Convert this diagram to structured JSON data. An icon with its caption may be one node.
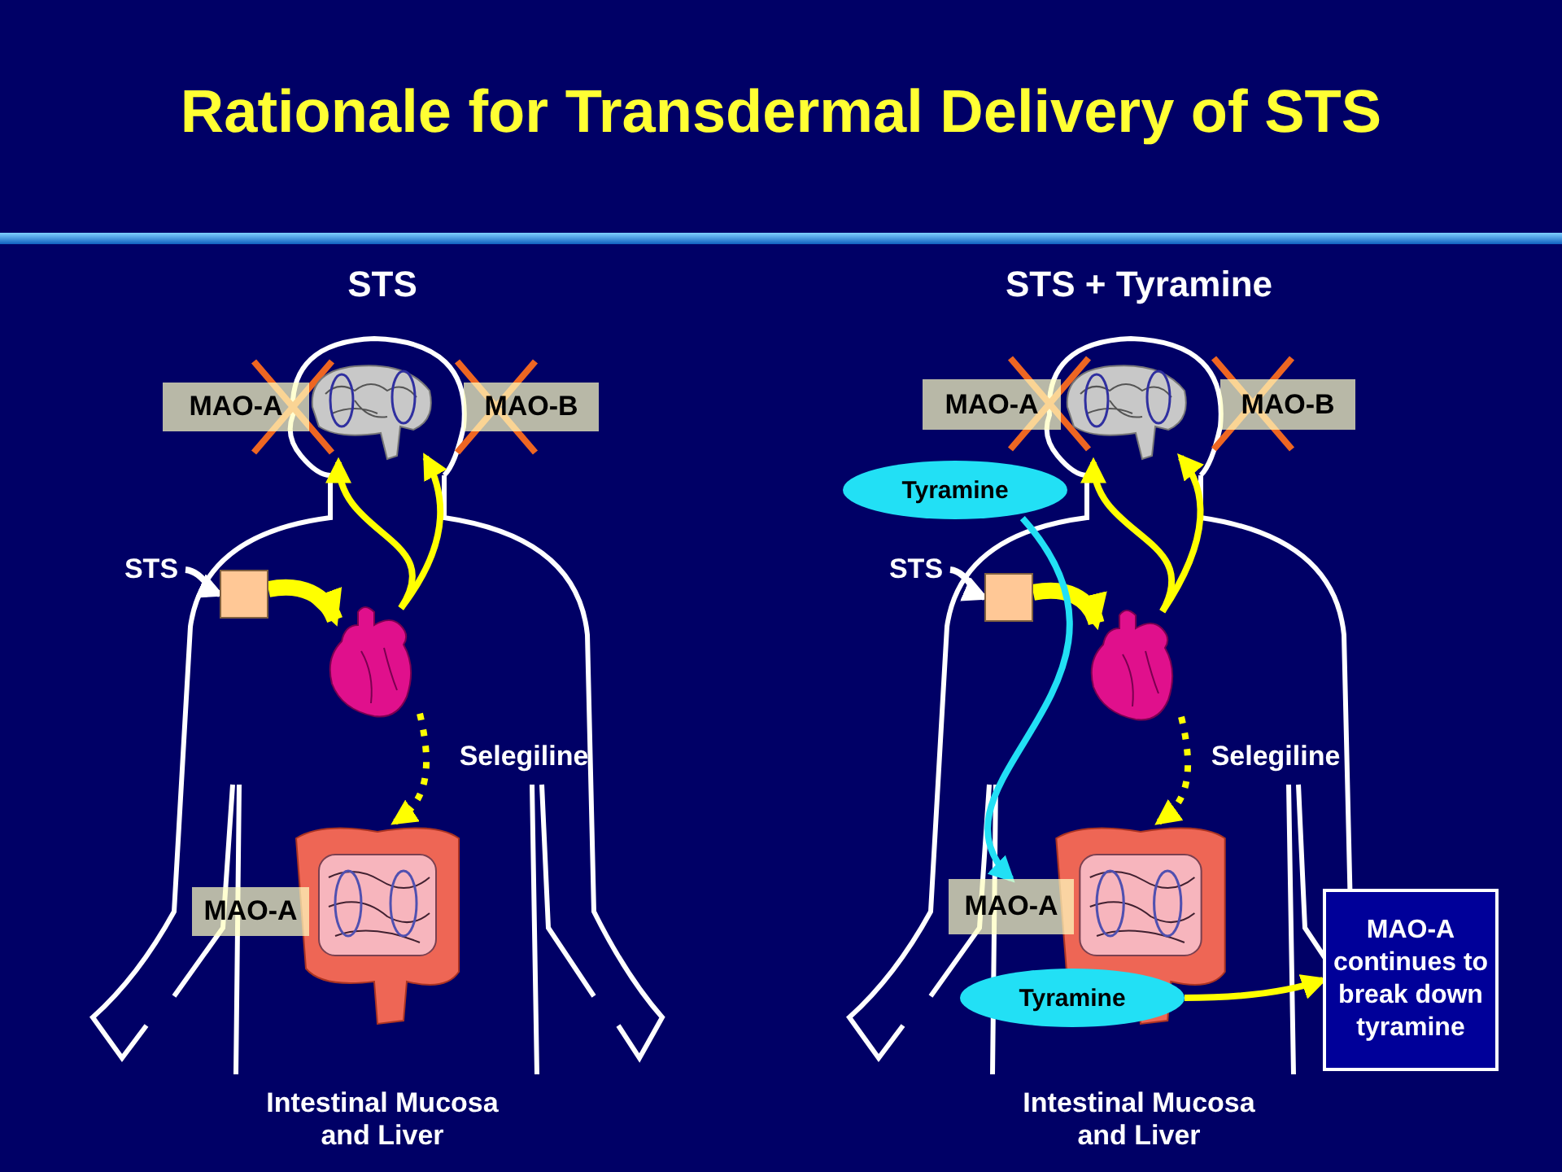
{
  "diagram": {
    "title": "Rationale for Transdermal Delivery of STS",
    "nodes": [
      {
        "text": [
          "STS"
        ]
      },
      {
        "text": [],
        "shape": "box"
      },
      {
        "text": [],
        "shape": "picture"
      },
      {
        "text": [],
        "shape": "picture"
      },
      {
        "text": [],
        "shape": "picture"
      },
      {
        "text": [
          "MAO-A"
        ]
      },
      {
        "text": [
          "MAO-B"
        ]
      },
      {
        "text": [
          "MAO-A"
        ]
      },
      {
        "text": [
          "STS"
        ]
      },
      {
        "text": [],
        "shape": "box"
      },
      {
        "text": [],
        "shape": "picture"
      },
      {
        "text": [],
        "shape": "picture"
      },
      {
        "text": [],
        "shape": "picture"
      },
      {
        "text": [
          "MAO-A"
        ]
      },
      {
        "text": [
          "MAO-B"
        ]
      },
      {
        "text": [
          "Tyramine"
        ]
      },
      {
        "text": [
          "MAO-A"
        ]
      },
      {
        "text": [
          "Tyramine"
        ]
      },
      {
        "text": [
          "MAO-A continues to break down tyramine"
        ]
      }
    ],
    "edges": [
      {
        "from": 0,
        "to": 1,
        "arrow": "to",
        "color": "#ffffff"
      },
      {
        "from": 1,
        "to": 2,
        "arrow": "to",
        "style": "thick"
      },
      {
        "from": 2,
        "to": 3,
        "arrow": "to"
      },
      {
        "from": 2,
        "to": 3,
        "arrow": "to"
      },
      {
        "from": 2,
        "to": 4,
        "arrow": "to",
        "style": "dashed"
      },
      {
        "from": 8,
        "to": 9,
        "arrow": "to",
        "color": "#ffffff"
      },
      {
        "from": 9,
        "to": 10,
        "arrow": "to",
        "style": "thick"
      },
      {
        "from": 10,
        "to": 11,
        "arrow": "to"
      },
      {
        "from": 10,
        "to": 11,
        "arrow": "to"
      },
      {
        "from": 10,
        "to": 12,
        "arrow": "to",
        "style": "dashed"
      },
      {
        "from": 15,
        "to": 16,
        "arrow": "to",
        "color": "#22e0f5"
      },
      {
        "from": 17,
        "to": 18,
        "arrow": "to"
      }
    ],
    "labels": [
      "STS",
      "STS + Tyramine",
      "Selegiline",
      "Selegiline",
      "Intestinal Mucosa and Liver",
      "Intestinal Mucosa and Liver"
    ]
  }
}
